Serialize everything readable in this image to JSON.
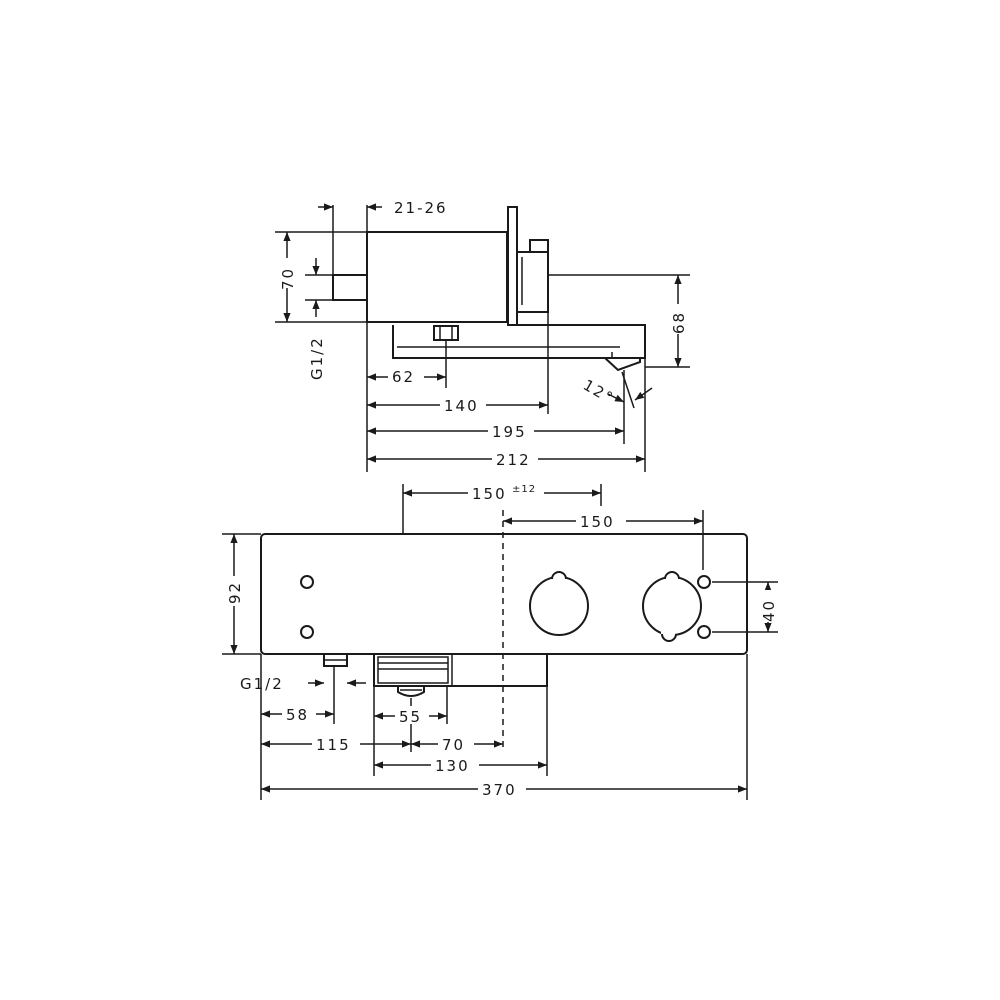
{
  "side_view": {
    "depth_range": "21-26",
    "height_70": "70",
    "thread": "G1/2",
    "height_68": "68",
    "dist_62": "62",
    "dist_140": "140",
    "dist_195": "195",
    "dist_212": "212",
    "angle": "12°"
  },
  "front_view": {
    "spacing_150_tol_value": "150",
    "spacing_150_tol_sup": "±12",
    "spacing_150": "150",
    "height_92": "92",
    "hole_40": "40",
    "thread": "G1/2",
    "dist_58": "58",
    "dist_55": "55",
    "dist_115": "115",
    "dist_70": "70",
    "dist_130": "130",
    "dist_370": "370"
  }
}
